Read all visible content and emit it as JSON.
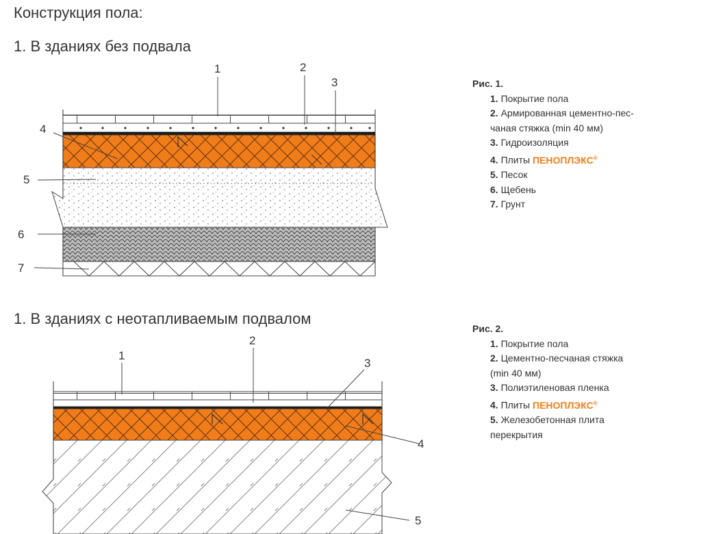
{
  "page_title": "Конструкция пола:",
  "section1": {
    "heading": "1. В зданиях без подвала",
    "callouts": [
      "1",
      "2",
      "3",
      "4",
      "5",
      "6",
      "7"
    ],
    "legend": {
      "title": "Рис. 1.",
      "items": [
        {
          "num": "1.",
          "text": "Покрытие пола"
        },
        {
          "num": "2.",
          "text": "Армированная цементно-пес-",
          "cont": "чаная стяжка (min 40 мм)"
        },
        {
          "num": "3.",
          "text": "Гидроизоляция"
        },
        {
          "num": "4.",
          "text": "Плиты ",
          "brand": "ПЕНОПЛЭКС",
          "reg": "®"
        },
        {
          "num": "5.",
          "text": "Песок"
        },
        {
          "num": "6.",
          "text": "Щебень"
        },
        {
          "num": "7.",
          "text": "Грунт"
        }
      ]
    }
  },
  "section2": {
    "heading": "1. В зданиях с неотапливаемым подвалом",
    "callouts": [
      "1",
      "2",
      "3",
      "4",
      "5"
    ],
    "legend": {
      "title": "Рис. 2.",
      "items": [
        {
          "num": "1.",
          "text": "Покрытие пола"
        },
        {
          "num": "2.",
          "text": "Цементно-песчаная стяжка",
          "cont": "(min 40 мм)"
        },
        {
          "num": "3.",
          "text": "Полиэтиленовая пленка"
        },
        {
          "num": "4.",
          "text": "Плиты ",
          "brand": "ПЕНОПЛЭКС",
          "reg": "®"
        },
        {
          "num": "5.",
          "text": "Железобетонная плита",
          "cont": "перекрытия"
        }
      ]
    }
  },
  "colors": {
    "insulation": "#f07d1a",
    "brand": "#f07d1a",
    "line": "#555555"
  }
}
